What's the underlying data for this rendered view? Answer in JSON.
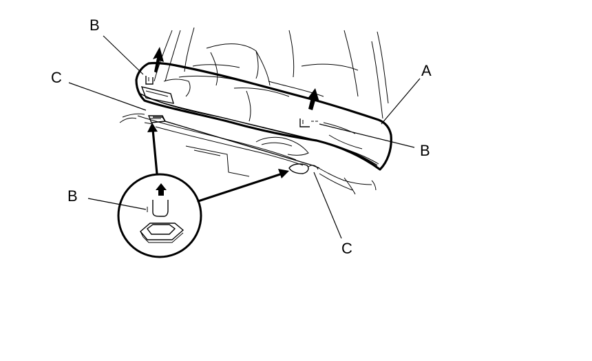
{
  "figure": {
    "background": "#ffffff",
    "line_color": "#000000",
    "callouts": {
      "a_right": "A",
      "b_top_left": "B",
      "b_right": "B",
      "b_detail": "B",
      "c_left": "C",
      "c_bottom": "C"
    },
    "parts": [
      "seat-cushion",
      "seat-back",
      "clip",
      "hook",
      "removal-direction-arrow",
      "detail-view"
    ]
  }
}
